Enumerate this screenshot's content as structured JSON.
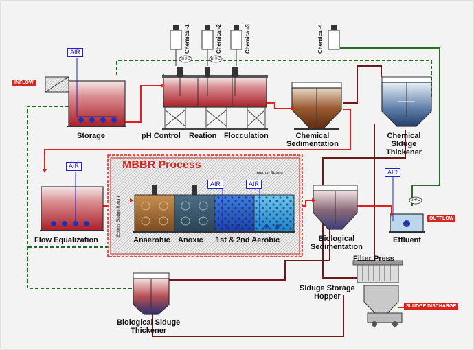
{
  "diagram": {
    "labels": {
      "storage": "Storage",
      "ph_control": "pH Control",
      "reation": "Reation",
      "flocculation": "Flocculation",
      "chemical_sedimentation": "Chemical\nSedimentation",
      "chemical_sludge_thickener": "Chemical\nSlduge\nThickener",
      "flow_equalization": "Flow Equalization",
      "anaerobic": "Anaerobic",
      "anoxic": "Anoxic",
      "aerobic": "1st & 2nd Aerobic",
      "biological_sedimentation": "Biological\nSedimentation",
      "effluent": "Effluent",
      "filter_press": "Filter Press",
      "sludge_storage_hopper": "Slduge Storage\nHopper",
      "biological_sludge_thickener": "Biological Slduge\nThickener",
      "mbbr_title": "MBBR Process",
      "internal_return": "Internal Return",
      "excess_sludge_return": "Excess Sludge Return"
    },
    "tags": {
      "inflow": "INFLOW",
      "outflow": "OUTFLOW",
      "sludge_discharge": "SLUDGE DISCHARGE"
    },
    "air_labels": [
      "AIR",
      "AIR",
      "AIR",
      "AIR",
      "AIR"
    ],
    "chemicals": [
      "Chemical-1",
      "Chemical-2",
      "Chemical-3",
      "Chemical-4"
    ],
    "meters": [
      "pH/C",
      "pH/C",
      "pH/C"
    ],
    "colors": {
      "sludge_line": "#6b1a1a",
      "water_line": "#e0201c",
      "return_line": "#1d6b1d",
      "air_line": "#2222cc",
      "tank_red": "#b8323a",
      "mbbr_border": "#d7261e"
    }
  }
}
